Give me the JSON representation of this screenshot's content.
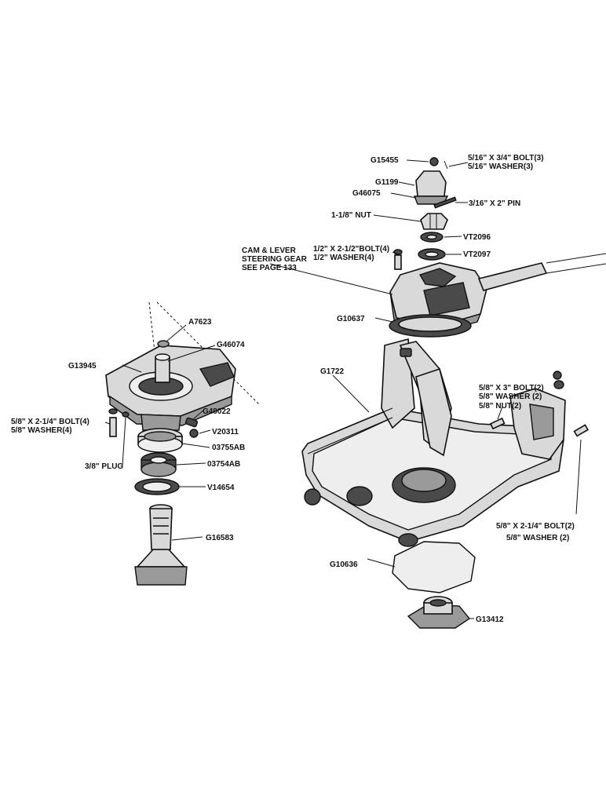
{
  "labels": {
    "g15455": "G15455",
    "bolt_516": "5/16\" X 3/4\" BOLT(3)",
    "washer_516": "5/16\" WASHER(3)",
    "g1199": "G1199",
    "g46075": "G46075",
    "pin_316": "3/16\" X 2\" PIN",
    "nut_1_1_8": "1-1/8\" NUT",
    "vt2096": "VT2096",
    "bolt_12": "1/2\" X 2-1/2\"BOLT(4)",
    "washer_12": "1/2\" WASHER(4)",
    "vt2097": "VT2097",
    "cam_lever_1": "CAM & LEVER",
    "cam_lever_2": "STEERING GEAR",
    "cam_lever_3": "SEE PAGE 133",
    "g10637": "G10637",
    "a7623": "A7623",
    "g46074": "G46074",
    "g13945": "G13945",
    "g1722": "G1722",
    "bolt_58_3": "5/8\" X 3\" BOLT(2)",
    "washer_58_2a": "5/8\" WASHER (2)",
    "nut_58": "5/8\" NUT(2)",
    "g49022": "G49022",
    "bolt_58_214_4": "5/8\" X 2-1/4\" BOLT(4)",
    "washer_58_4": "5/8\" WASHER(4)",
    "v20311": "V20311",
    "p03755ab": "03755AB",
    "plug_38": "3/8\" PLUG",
    "p03754ab": "03754AB",
    "v14654": "V14654",
    "g16583": "G16583",
    "bolt_58_214_2": "5/8\" X 2-1/4\" BOLT(2)",
    "washer_58_2b": "5/8\" WASHER (2)",
    "g10636": "G10636",
    "g13412": "G13412"
  }
}
